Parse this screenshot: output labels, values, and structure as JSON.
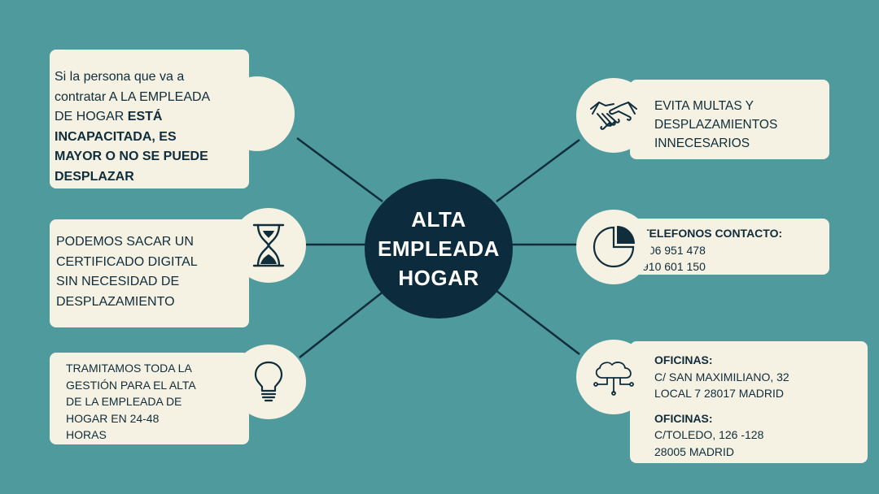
{
  "center": {
    "line1": "ALTA",
    "line2": "EMPLEADA",
    "line3": "HOGAR"
  },
  "left_top": {
    "line1": "Si la persona que va a",
    "line2": "contratar A LA EMPLEADA",
    "line3_normal": "DE HOGAR ",
    "line3_bold": "ESTÁ",
    "line4": "INCAPACITADA, ES",
    "line5": "MAYOR O NO SE PUEDE",
    "line6": "DESPLAZAR",
    "icon": "person-icon"
  },
  "left_mid": {
    "line1": "PODEMOS SACAR UN",
    "line2": "CERTIFICADO DIGITAL",
    "line3": "SIN NECESIDAD DE",
    "line4": "DESPLAZAMIENTO",
    "icon": "hourglass-icon"
  },
  "left_bottom": {
    "line1": "TRAMITAMOS TODA LA",
    "line2": "GESTIÓN PARA EL ALTA",
    "line3": "DE LA EMPLEADA DE",
    "line4": "HOGAR EN 24-48",
    "line5": "HORAS",
    "icon": "lightbulb-icon"
  },
  "right_top": {
    "line1": "EVITA MULTAS Y",
    "line2": "DESPLAZAMIENTOS",
    "line3": "INNECESARIOS",
    "icon": "handshake-icon"
  },
  "right_mid": {
    "title": "TELEFONOS CONTACTO:",
    "phone1": "606 951 478",
    "phone2": "910 601 150",
    "icon": "pie-chart-icon"
  },
  "right_bottom": {
    "office1_title": "OFICINAS:",
    "office1_line1": "C/ SAN MAXIMILIANO, 32",
    "office1_line2": "LOCAL 7  28017  MADRID",
    "office2_title": "OFICINAS:",
    "office2_line1": "C/TOLEDO, 126 -128",
    "office2_line2": "28005  MADRID",
    "icon": "cloud-network-icon"
  },
  "colors": {
    "background": "#4e9a9c",
    "navy": "#0c2c3d",
    "card": "#f5f1e3"
  }
}
